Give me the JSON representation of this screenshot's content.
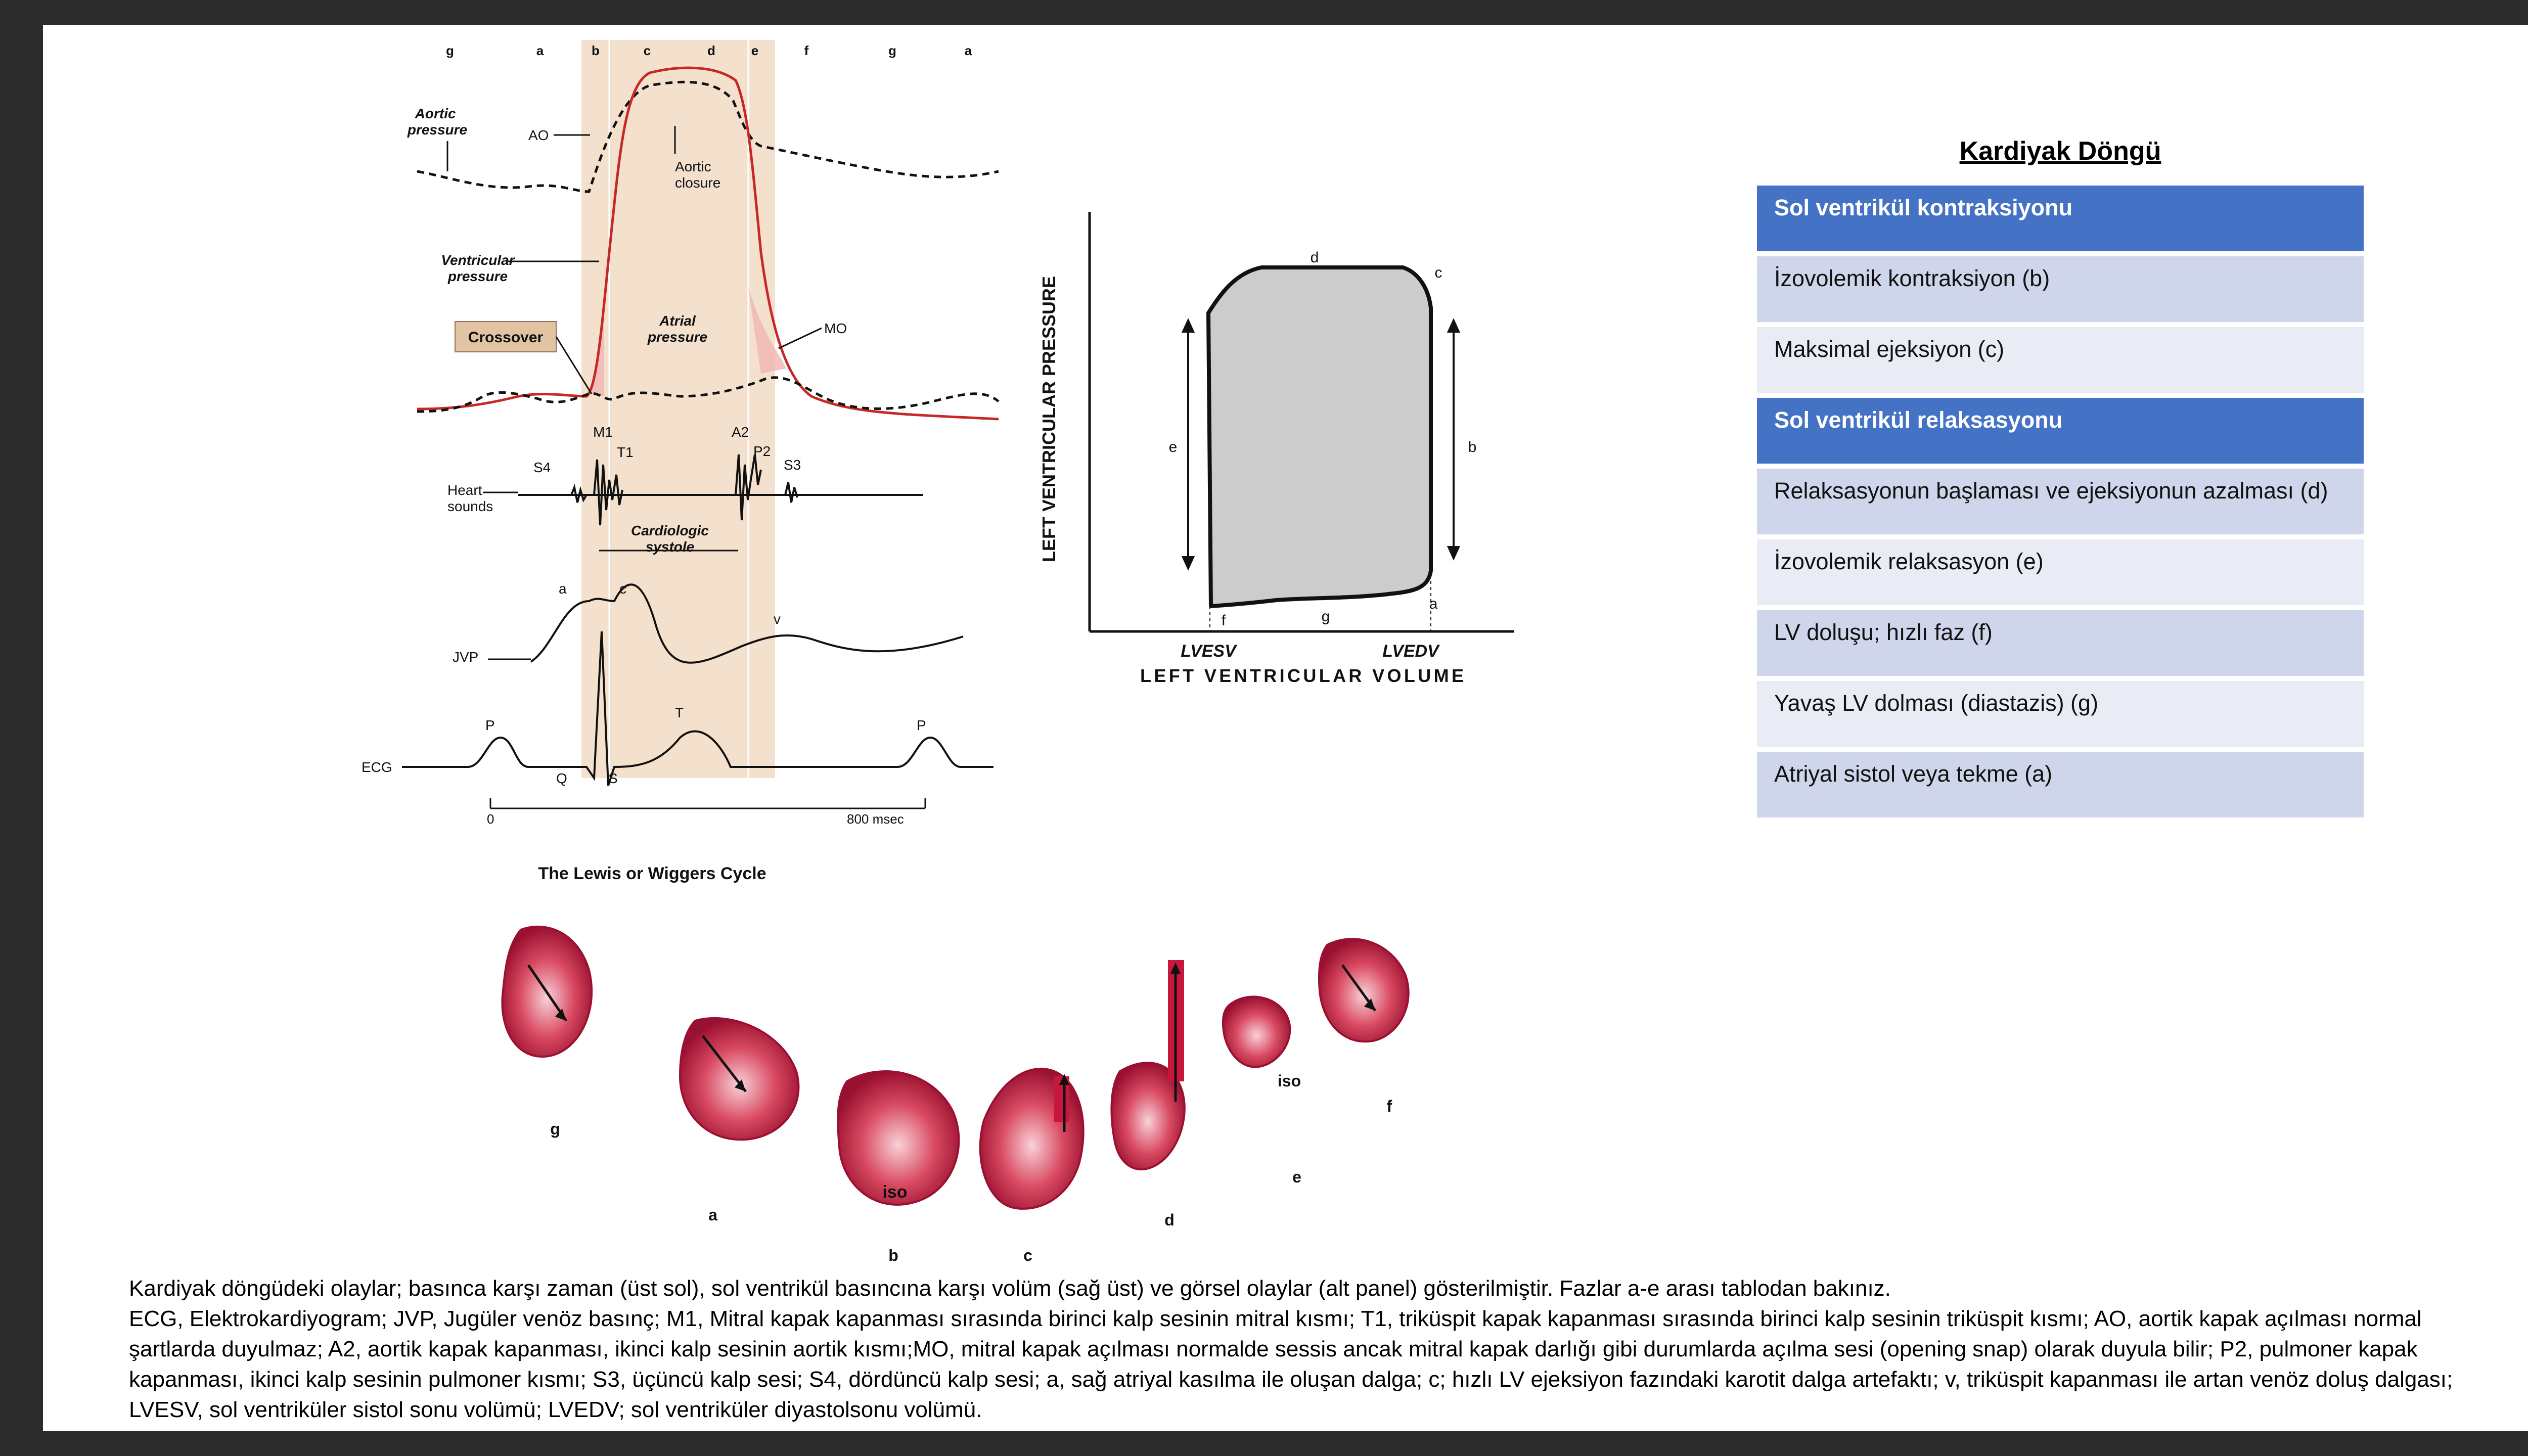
{
  "wiggers": {
    "top_letters": [
      "g",
      "a",
      "b",
      "c",
      "d",
      "e",
      "f",
      "g",
      "a"
    ],
    "aortic_pressure": "Aortic\npressure",
    "ao": "AO",
    "aortic_closure": "Aortic\nclosure",
    "ventricular_pressure": "Ventricular\npressure",
    "atrial_pressure": "Atrial\npressure",
    "crossover": "Crossover",
    "mo": "MO",
    "sounds": {
      "m1": "M1",
      "t1": "T1",
      "a2": "A2",
      "p2": "P2",
      "s3": "S3",
      "s4": "S4"
    },
    "heart_sounds": "Heart\nsounds",
    "cardiologic_systole": "Cardiologic\nsystole",
    "jvp": "JVP",
    "jvp_waves": {
      "a": "a",
      "c": "c",
      "v": "v"
    },
    "ecg": "ECG",
    "ecg_waves": {
      "p1": "P",
      "q": "Q",
      "s": "S",
      "t": "T",
      "p2": "P"
    },
    "time_start": "0",
    "time_end": "800 msec",
    "caption": "The Lewis or Wiggers Cycle"
  },
  "pv_loop": {
    "ylabel": "LEFT VENTRICULAR PRESSURE",
    "xlabel": "LEFT VENTRICULAR VOLUME",
    "lvesv": "LVESV",
    "lvedv": "LVEDV",
    "phases": {
      "a": "a",
      "b": "b",
      "c": "c",
      "d": "d",
      "e": "e",
      "f": "f",
      "g": "g"
    }
  },
  "hearts": {
    "labels": [
      "g",
      "a",
      "b",
      "c",
      "d",
      "e",
      "f"
    ],
    "iso": "iso"
  },
  "table": {
    "title": "Kardiyak Döngü",
    "rows": [
      {
        "text": "Sol ventrikül kontraksiyonu",
        "kind": "hdr"
      },
      {
        "text": "İzovolemik kontraksiyon (b)",
        "kind": "odd"
      },
      {
        "text": "Maksimal ejeksiyon (c)",
        "kind": "even"
      },
      {
        "text": "Sol ventrikül relaksasyonu",
        "kind": "hdr"
      },
      {
        "text": "Relaksasyonun başlaması ve ejeksiyonun azalması (d)",
        "kind": "odd"
      },
      {
        "text": "İzovolemik relaksasyon (e)",
        "kind": "even"
      },
      {
        "text": "LV doluşu; hızlı faz (f)",
        "kind": "odd"
      },
      {
        "text": "Yavaş LV dolması (diastazis) (g)",
        "kind": "even"
      },
      {
        "text": "Atriyal sistol veya tekme (a)",
        "kind": "odd"
      }
    ]
  },
  "caption": {
    "line1": "Kardiyak döngüdeki olaylar;  basınca karşı zaman (üst sol), sol ventrikül basıncına karşı volüm (sağ üst) ve görsel olaylar (alt panel) gösterilmiştir. Fazlar a-e arası tablodan bakınız.",
    "body": "ECG, Elektrokardiyogram; JVP, Jugüler venöz basınç; M1, Mitral kapak kapanması sırasında birinci kalp sesinin mitral kısmı; T1, triküspit kapak kapanması sırasında birinci kalp sesinin triküspit kısmı; AO, aortik kapak açılması normal şartlarda duyulmaz; A2, aortik kapak kapanması, ikinci kalp sesinin aortik kısmı;MO, mitral kapak açılması normalde sessis ancak mitral kapak darlığı gibi durumlarda açılma sesi (opening snap) olarak duyula  bilir; P2, pulmoner kapak kapanması, ikinci kalp sesinin pulmoner kısmı; S3, üçüncü kalp sesi; S4, dördüncü kalp sesi; a, sağ atriyal kasılma ile oluşan dalga; c; hızlı LV ejeksiyon fazındaki karotit dalga artefaktı; v, triküspit kapanması ile artan venöz doluş dalgası; LVESV, sol ventriküler sistol sonu volümü; LVEDV; sol ventriküler  diyastolsonu volümü."
  }
}
